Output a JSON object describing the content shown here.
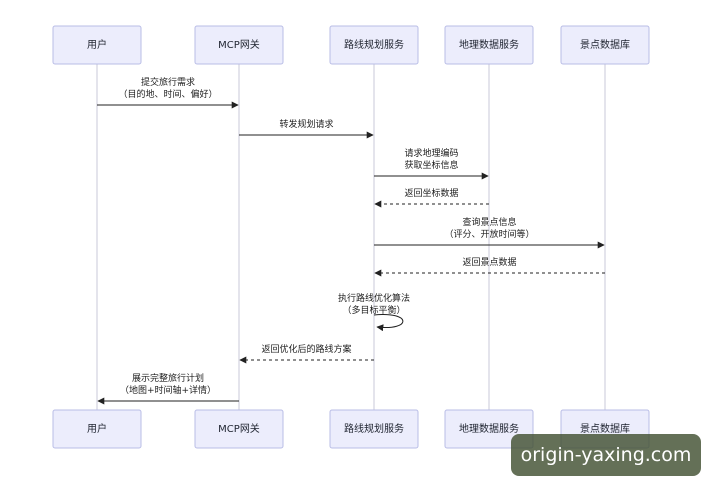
{
  "participants": [
    "用户",
    "MCP网关",
    "路线规划服务",
    "地理数据服务",
    "景点数据库"
  ],
  "messages": [
    {
      "from": 0,
      "to": 1,
      "style": "solid",
      "lines": [
        "提交旅行需求",
        "（目的地、时间、偏好）"
      ]
    },
    {
      "from": 1,
      "to": 2,
      "style": "solid",
      "lines": [
        "转发规划请求"
      ]
    },
    {
      "from": 2,
      "to": 3,
      "style": "solid",
      "lines": [
        "请求地理编码",
        "获取坐标信息"
      ]
    },
    {
      "from": 3,
      "to": 2,
      "style": "dashed",
      "lines": [
        "返回坐标数据"
      ]
    },
    {
      "from": 2,
      "to": 4,
      "style": "solid",
      "lines": [
        "查询景点信息",
        "（评分、开放时间等）"
      ]
    },
    {
      "from": 4,
      "to": 2,
      "style": "dashed",
      "lines": [
        "返回景点数据"
      ]
    },
    {
      "from": 2,
      "to": 2,
      "style": "solid",
      "lines": [
        "执行路线优化算法",
        "（多目标平衡）"
      ]
    },
    {
      "from": 2,
      "to": 1,
      "style": "dashed",
      "lines": [
        "返回优化后的路线方案"
      ]
    },
    {
      "from": 1,
      "to": 0,
      "style": "solid",
      "lines": [
        "展示完整旅行计划",
        "（地图+时间轴+详情）"
      ]
    }
  ],
  "watermark": "origin-yaxing.com"
}
